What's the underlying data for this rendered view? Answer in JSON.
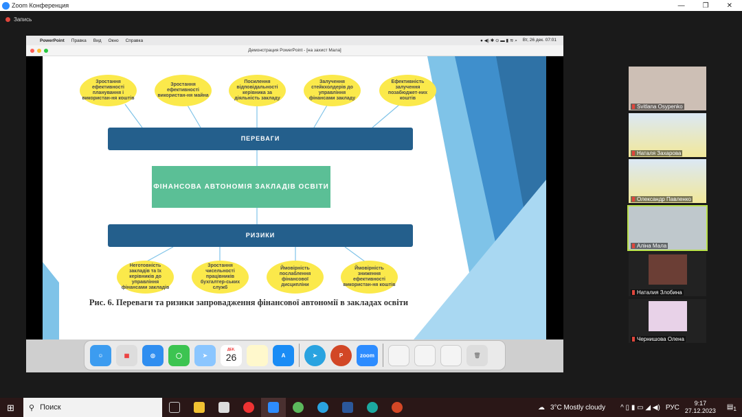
{
  "window": {
    "title": "Zoom Конференция",
    "min": "—",
    "max": "❐",
    "close": "✕"
  },
  "recording": {
    "label": "Запись"
  },
  "mac": {
    "app": "PowerPoint",
    "menu": [
      "Правка",
      "Вид",
      "Окно",
      "Справка"
    ],
    "datetime": "Вт, 26 дек. 07:01",
    "window_title": "Демонстрация PowerPoint - [на захист Мала]"
  },
  "slide": {
    "top_bubbles": [
      "Зростання ефективності планування і використан-ня коштів",
      "Зростання ефективності використан-ня майна",
      "Посилення відповідальності керівника за діяльність закладу",
      "Залучення стейкхолдерів до управління фінансами закладу",
      "Ефективність залучення позабюджет-них коштів"
    ],
    "advantages": "ПЕРЕВАГИ",
    "center": "ФІНАНСОВА АВТОНОМІЯ ЗАКЛАДІВ ОСВІТИ",
    "risks": "РИЗИКИ",
    "bottom_bubbles": [
      "Неготовність закладів та їх керівників до управління фінансами закладів",
      "Зростання чисельності працівників бухгалтер-ських служб",
      "Ймовірність послаблення фінансової дисципліни",
      "Ймовірність зниження ефективності використан-ня коштів"
    ],
    "caption": "Рис. 6. Переваги та ризики запровадження фінансової автономії в закладах освіти"
  },
  "dock": {
    "calendar_month": "ДЕК.",
    "calendar_day": "26",
    "zoom": "zoom"
  },
  "participants": [
    "Svitlana Osypenko",
    "Наталя Захарова",
    "Олександр Павленко",
    "Аліна Мала",
    "Наталия Злобина",
    "Чернишова Олена"
  ],
  "taskbar": {
    "search": "Поиск",
    "weather": "3°C  Mostly cloudy",
    "lang": "РУС",
    "time": "9:17",
    "date": "27.12.2023",
    "notif": "1"
  }
}
